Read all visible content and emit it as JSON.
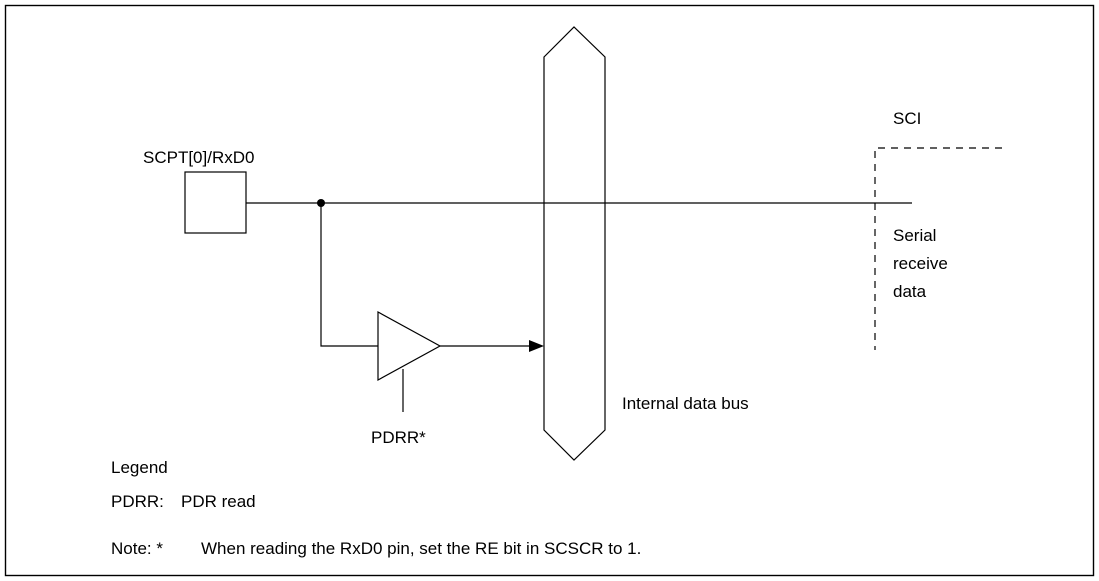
{
  "diagram": {
    "pin_label": "SCPT[0]/RxD0",
    "sci_label": "SCI",
    "serial_receive": [
      "Serial",
      "receive",
      "data"
    ],
    "bus_label": "Internal data bus",
    "buffer_control_label": "PDRR*"
  },
  "legend": {
    "title": "Legend",
    "entries": [
      {
        "term": "PDRR:",
        "description": "PDR read"
      }
    ]
  },
  "note": {
    "label": "Note: *",
    "text": "When reading the RxD0 pin, set the RE bit in SCSCR to 1."
  }
}
